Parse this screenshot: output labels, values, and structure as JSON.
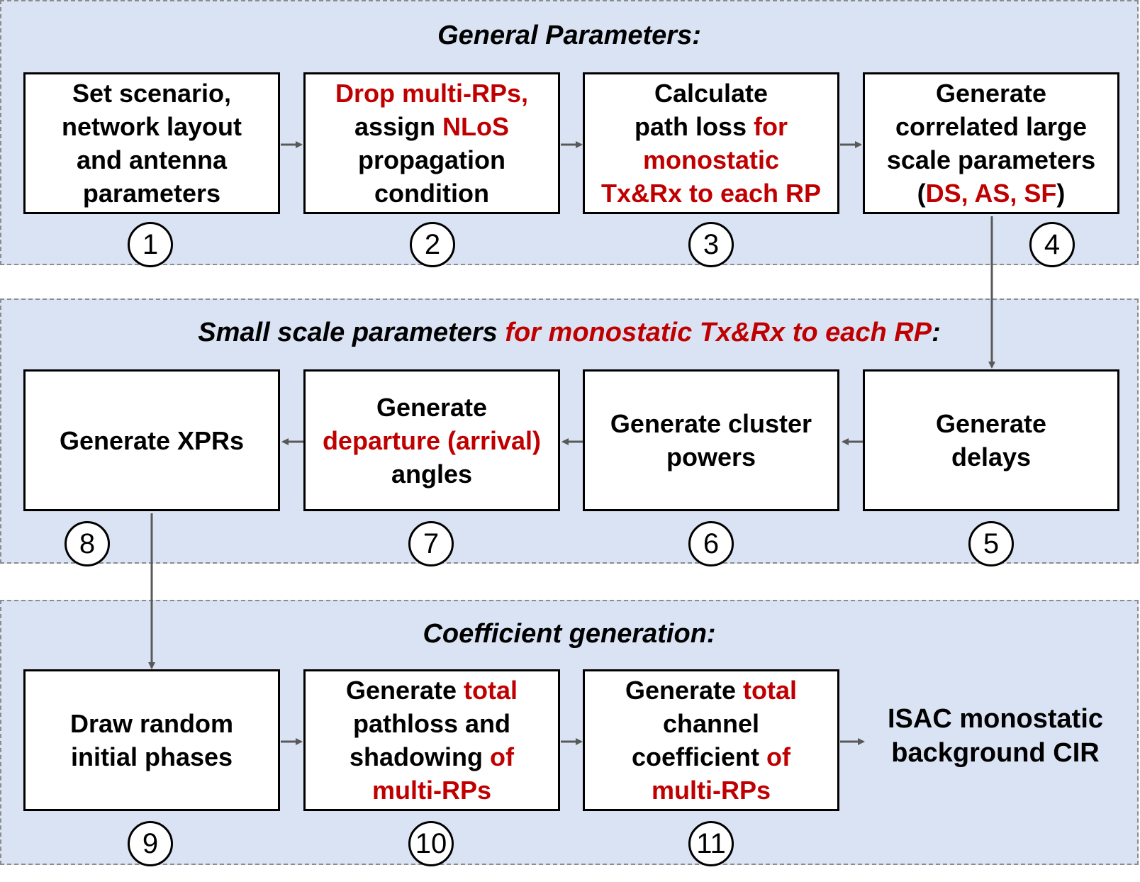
{
  "sections": [
    {
      "title": [
        {
          "text": "General Parameters:",
          "red": false
        }
      ]
    },
    {
      "title": [
        {
          "text": "Small scale parameters ",
          "red": false
        },
        {
          "text": "for monostatic Tx&Rx to each RP",
          "red": true
        },
        {
          "text": ":",
          "red": false
        }
      ]
    },
    {
      "title": [
        {
          "text": "Coefficient generation:",
          "red": false
        }
      ]
    }
  ],
  "steps": [
    {
      "number": "1",
      "lines": [
        [
          {
            "t": "Set scenario,",
            "r": false
          }
        ],
        [
          {
            "t": "network layout",
            "r": false
          }
        ],
        [
          {
            "t": "and antenna",
            "r": false
          }
        ],
        [
          {
            "t": "parameters",
            "r": false
          }
        ]
      ]
    },
    {
      "number": "2",
      "lines": [
        [
          {
            "t": "Drop multi-RPs,",
            "r": true
          }
        ],
        [
          {
            "t": "assign ",
            "r": false
          },
          {
            "t": "NLoS",
            "r": true
          }
        ],
        [
          {
            "t": "propagation",
            "r": false
          }
        ],
        [
          {
            "t": "condition",
            "r": false
          }
        ]
      ]
    },
    {
      "number": "3",
      "lines": [
        [
          {
            "t": "Calculate",
            "r": false
          }
        ],
        [
          {
            "t": "path loss ",
            "r": false
          },
          {
            "t": "for",
            "r": true
          }
        ],
        [
          {
            "t": "monostatic",
            "r": true
          }
        ],
        [
          {
            "t": "Tx&Rx to each RP",
            "r": true
          }
        ]
      ]
    },
    {
      "number": "4",
      "lines": [
        [
          {
            "t": "Generate",
            "r": false
          }
        ],
        [
          {
            "t": "correlated large",
            "r": false
          }
        ],
        [
          {
            "t": "scale parameters",
            "r": false
          }
        ],
        [
          {
            "t": "(",
            "r": false
          },
          {
            "t": "DS, AS, SF",
            "r": true
          },
          {
            "t": ")",
            "r": false
          }
        ]
      ]
    },
    {
      "number": "5",
      "lines": [
        [
          {
            "t": "Generate",
            "r": false
          }
        ],
        [
          {
            "t": "delays",
            "r": false
          }
        ]
      ]
    },
    {
      "number": "6",
      "lines": [
        [
          {
            "t": "Generate cluster",
            "r": false
          }
        ],
        [
          {
            "t": "powers",
            "r": false
          }
        ]
      ]
    },
    {
      "number": "7",
      "lines": [
        [
          {
            "t": "Generate",
            "r": false
          }
        ],
        [
          {
            "t": "departure (arrival)",
            "r": true
          }
        ],
        [
          {
            "t": "angles",
            "r": false
          }
        ]
      ]
    },
    {
      "number": "8",
      "lines": [
        [
          {
            "t": "Generate XPRs",
            "r": false
          }
        ]
      ]
    },
    {
      "number": "9",
      "lines": [
        [
          {
            "t": "Draw random",
            "r": false
          }
        ],
        [
          {
            "t": "initial phases",
            "r": false
          }
        ]
      ]
    },
    {
      "number": "10",
      "lines": [
        [
          {
            "t": "Generate ",
            "r": false
          },
          {
            "t": "total",
            "r": true
          }
        ],
        [
          {
            "t": "pathloss and",
            "r": false
          }
        ],
        [
          {
            "t": "shadowing ",
            "r": false
          },
          {
            "t": "of",
            "r": true
          }
        ],
        [
          {
            "t": "multi-RPs",
            "r": true
          }
        ]
      ]
    },
    {
      "number": "11",
      "lines": [
        [
          {
            "t": "Generate ",
            "r": false
          },
          {
            "t": "total",
            "r": true
          }
        ],
        [
          {
            "t": "channel",
            "r": false
          }
        ],
        [
          {
            "t": "coefficient ",
            "r": false
          },
          {
            "t": "of",
            "r": true
          }
        ],
        [
          {
            "t": "multi-RPs",
            "r": true
          }
        ]
      ]
    }
  ],
  "output": {
    "lines": [
      "ISAC monostatic",
      "background CIR"
    ]
  },
  "colors": {
    "section_bg": "#dae3f3",
    "highlight": "#c00000",
    "arrow": "#595959"
  }
}
